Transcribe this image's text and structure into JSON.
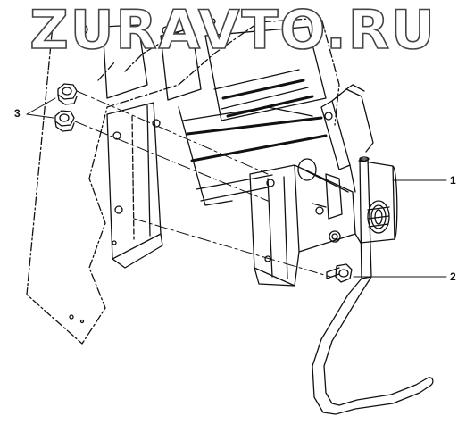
{
  "watermark": "ZURAVTO.RU",
  "callouts": {
    "part1": "1",
    "part2": "2",
    "part3": "3"
  },
  "colors": {
    "line": "#111111",
    "watermark_stroke": "#444444",
    "background": "#ffffff"
  }
}
